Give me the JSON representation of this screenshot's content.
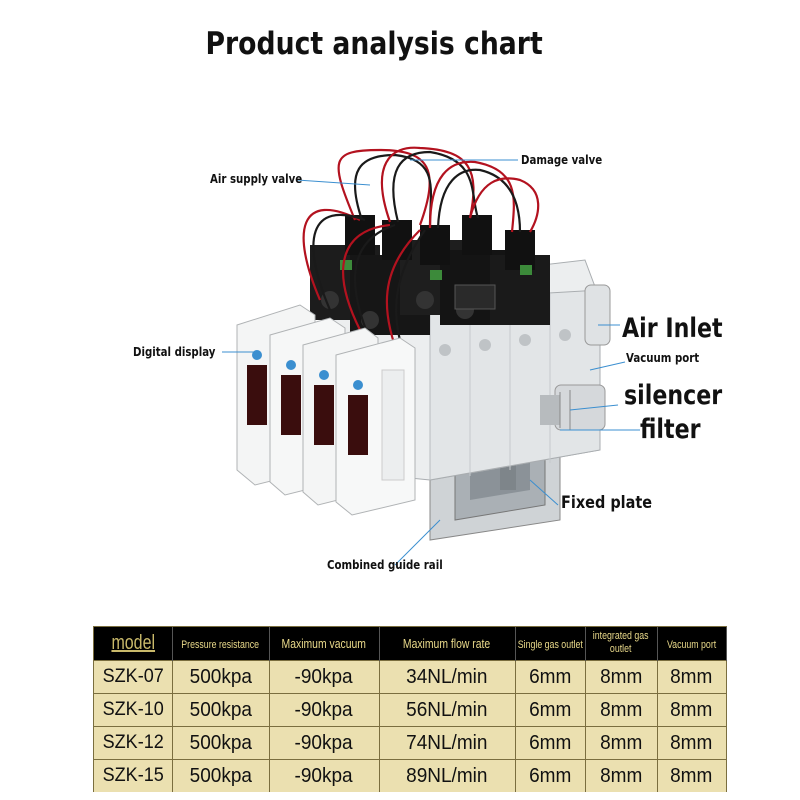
{
  "title": "Product analysis chart",
  "labels": {
    "air_supply_valve": "Air supply valve",
    "damage_valve": "Damage valve",
    "digital_display": "Digital display",
    "air_inlet": "Air Inlet",
    "vacuum_port": "Vacuum port",
    "silencer": "silencer",
    "filter": "filter",
    "fixed_plate": "Fixed plate",
    "combined_guide_rail": "Combined guide rail"
  },
  "table": {
    "headers": [
      "model",
      "Pressure resistance",
      "Maximum vacuum",
      "Maximum flow rate",
      "Single gas outlet",
      "integrated gas outlet",
      "Vacuum port"
    ],
    "rows": [
      [
        "SZK-07",
        "500kpa",
        "-90kpa",
        "34NL/min",
        "6mm",
        "8mm",
        "8mm"
      ],
      [
        "SZK-10",
        "500kpa",
        "-90kpa",
        "56NL/min",
        "6mm",
        "8mm",
        "8mm"
      ],
      [
        "SZK-12",
        "500kpa",
        "-90kpa",
        "74NL/min",
        "6mm",
        "8mm",
        "8mm"
      ],
      [
        "SZK-15",
        "500kpa",
        "-90kpa",
        "89NL/min",
        "6mm",
        "8mm",
        "8mm"
      ]
    ]
  },
  "colors": {
    "table_bg": "#e6d9a2",
    "header_bg": "#000000",
    "header_text": "#e9d98a",
    "wire_red": "#b3121f",
    "wire_black": "#1a1a1a",
    "leader_blue": "#3b8fd0"
  }
}
